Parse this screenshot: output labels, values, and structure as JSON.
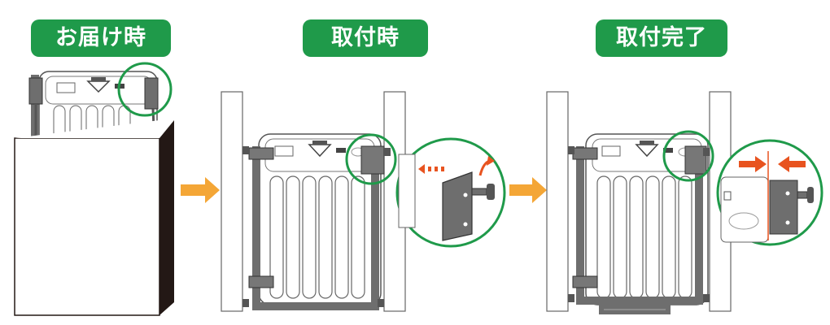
{
  "steps": [
    {
      "label": "お届け時"
    },
    {
      "label": "取付時"
    },
    {
      "label": "取付完了"
    }
  ],
  "colors": {
    "label_bg": "#1f9a4a",
    "label_text": "#ffffff",
    "arrow": "#f4a636",
    "highlight_circle": "#1f9a4a",
    "accent_arrow": "#e8531f",
    "frame_gray": "#666666",
    "box_side": "#231815"
  },
  "icons": [
    "right-arrow-icon",
    "left-arrow-icon",
    "rotate-arrow-icon",
    "dashed-arrow-icon"
  ]
}
